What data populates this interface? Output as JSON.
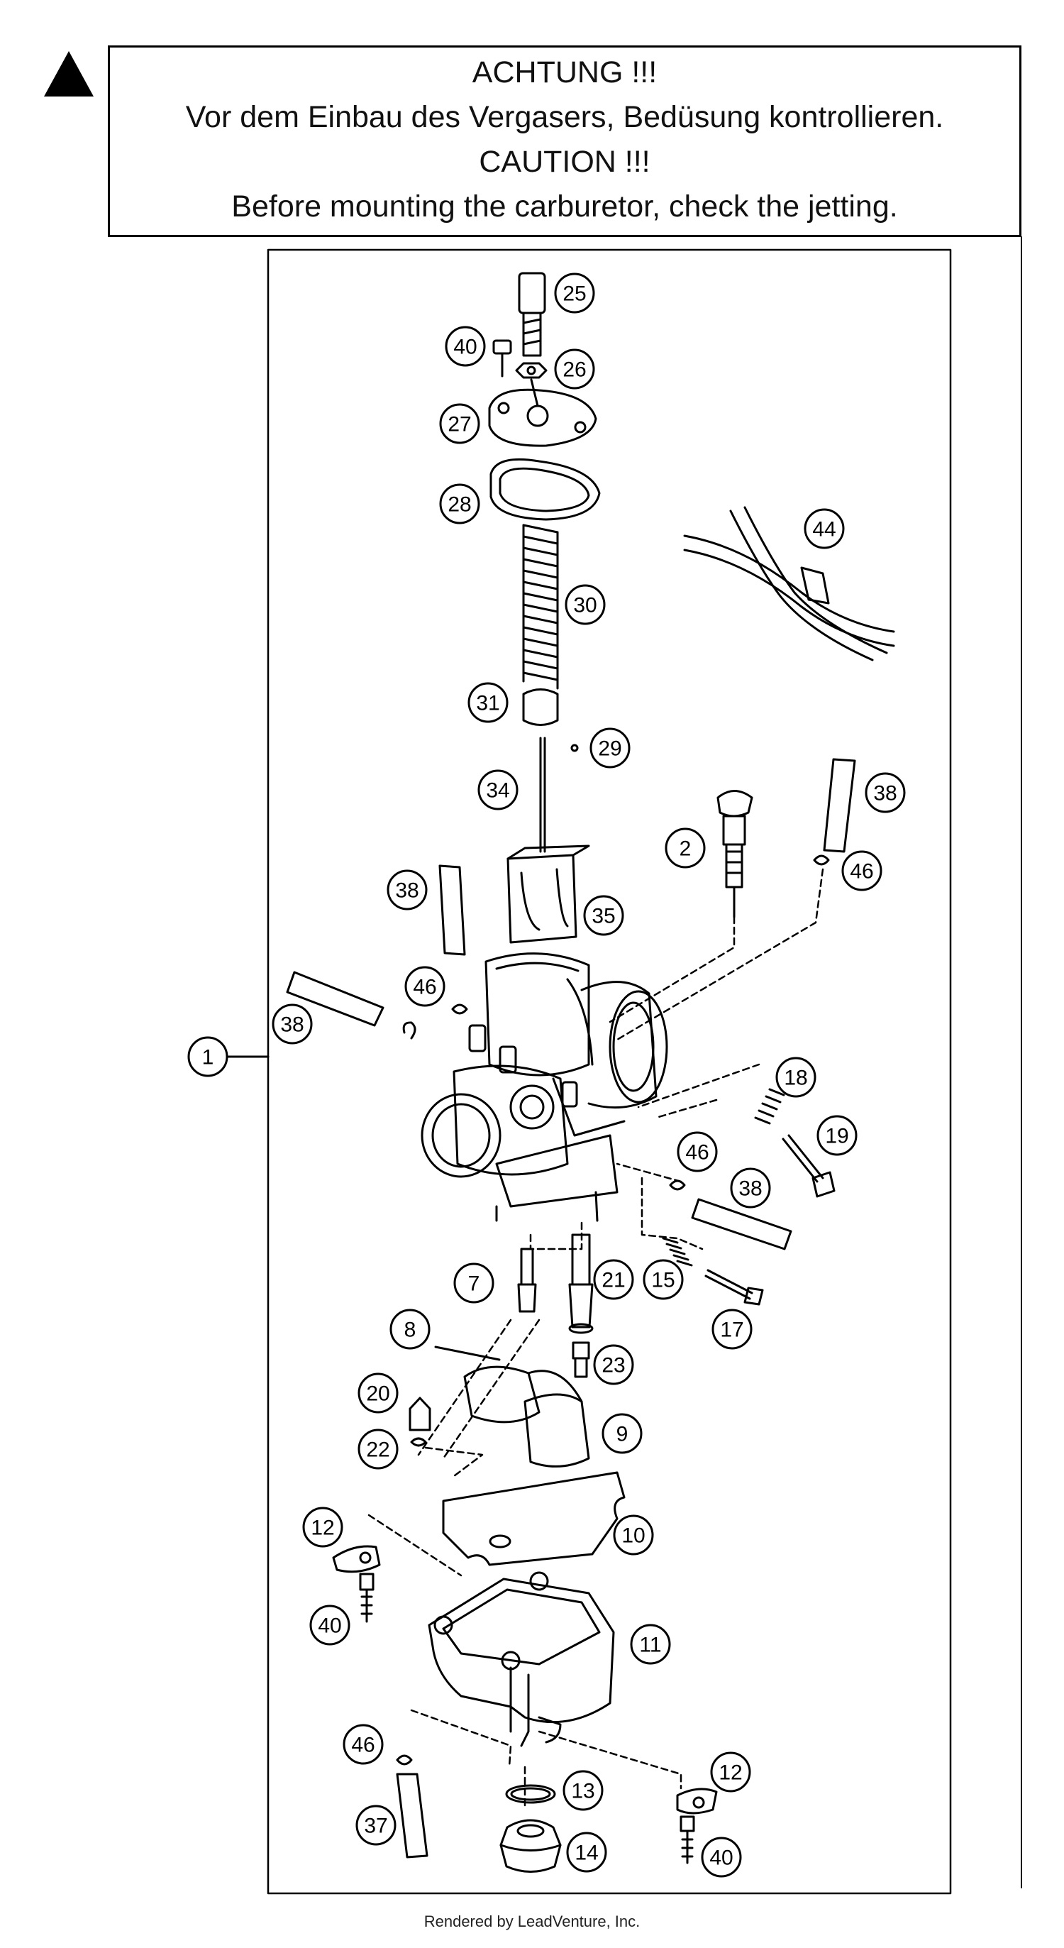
{
  "warning": {
    "lines": [
      "ACHTUNG !!!",
      "Vor dem Einbau des Vergasers, Bedüsung kontrollieren.",
      "CAUTION !!!",
      "Before mounting the carburetor, check the jetting."
    ]
  },
  "callouts": [
    "1",
    "25",
    "40",
    "26",
    "27",
    "28",
    "44",
    "30",
    "31",
    "29",
    "34",
    "2",
    "38",
    "46",
    "38",
    "35",
    "38",
    "46",
    "18",
    "19",
    "46",
    "38",
    "7",
    "21",
    "15",
    "17",
    "8",
    "23",
    "20",
    "9",
    "22",
    "10",
    "12",
    "11",
    "40",
    "46",
    "12",
    "13",
    "37",
    "14",
    "40"
  ],
  "footer": "Rendered by LeadVenture, Inc."
}
